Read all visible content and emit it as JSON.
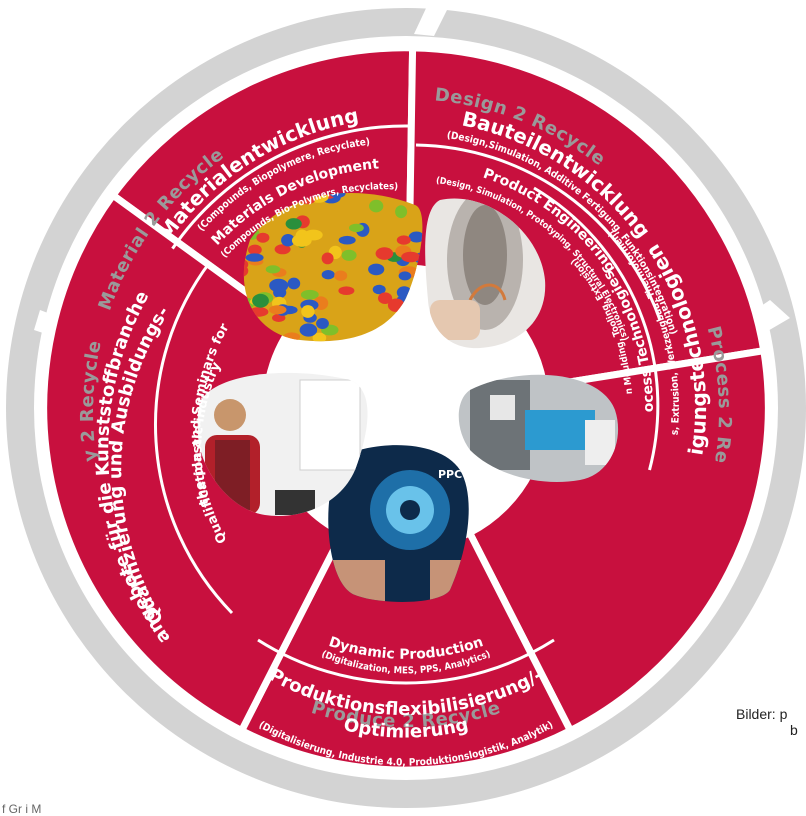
{
  "colors": {
    "ring_gray": "#d3d3d3",
    "segment_red": "#c8103e",
    "inner_white": "#ffffff",
    "ring_text": "#9a9a9a"
  },
  "outer_ring": {
    "labels": [
      "Material 2 Recycle",
      "Design 2 Recycle",
      "Process 2 Recycle",
      "Produce 2 Recycle",
      "Qualify 2 Recycle"
    ]
  },
  "segments": [
    {
      "id": "material",
      "de_title": "Materialentwicklung",
      "de_sub": "(Compounds, Biopolymere, Recyclate)",
      "en_title": "Materials Development",
      "en_sub": "(Compounds, Bio-Polymers, Recyclates)",
      "image": "colored-plastic-granules"
    },
    {
      "id": "design",
      "de_title": "Bauteilentwicklung",
      "de_sub": "(Design,Simulation, Additive Fertigung, Funktionsintegration)",
      "en_title": "Product Engineering",
      "en_sub": "(Design, Simulation, Prototyping, Structural Electronics)",
      "image": "structural-electronics-part"
    },
    {
      "id": "process",
      "de_title": "Fertigungstechnologien",
      "de_sub": "(Spritzguss, Extrusion, Werkzeugbau, Thermoformen)",
      "en_title": "Process Technologies",
      "en_sub": "(Injection Moulding, Tooling, Extrusion)",
      "image": "injection-moulding-machine"
    },
    {
      "id": "produce",
      "de_title_1": "Produktionsflexibilisierung/-",
      "de_title_2": "Optimierung",
      "de_sub": "(Digitalisierung, Industrie 4.0, Produktionslogistik, Analytik)",
      "en_title": "Dynamic Production",
      "en_sub": "(Digitalization, MES, PPS, Analytics)",
      "image": "tablet-ppc-hands",
      "badge": "PPC"
    },
    {
      "id": "qualify",
      "de_title_1": "Qualifizierung und Ausbildungs-",
      "de_title_2": "angebote für die Kunststoffbranche",
      "en_title_1": "Qualification and Seminars for",
      "en_title_2": "the plastic industry",
      "image": "trainer-at-whiteboard"
    }
  ],
  "credits": {
    "right_1": "Bilder: p",
    "right_2": "b",
    "bottom": "f                 Gr i M"
  }
}
